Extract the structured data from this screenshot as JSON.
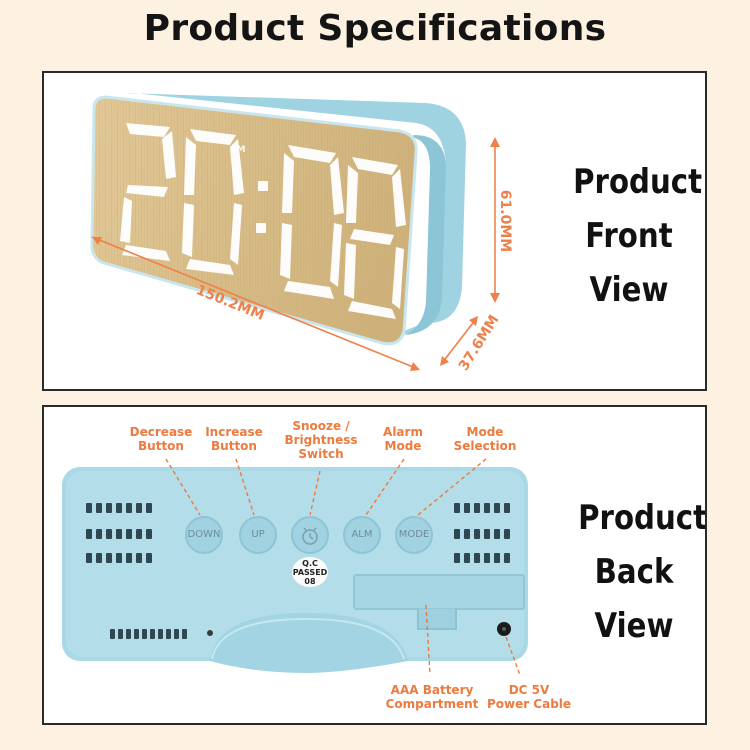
{
  "page": {
    "title": "Product Specifications"
  },
  "front_view": {
    "label_lines": [
      "Product",
      "Front",
      "View"
    ],
    "clock_display": "20:08",
    "pm_indicator": "PM",
    "dimensions": {
      "width": "150.2MM",
      "height": "61.0MM",
      "depth": "37.6MM"
    },
    "colors": {
      "case": "#a8dcea",
      "wood": "#dcc28e",
      "accent": "#f0804a"
    }
  },
  "back_view": {
    "label_lines": [
      "Product",
      "Back",
      "View"
    ],
    "buttons": [
      "DOWN",
      "UP",
      "",
      "ALM",
      "MODE"
    ],
    "button_icons": [
      "",
      "",
      "alarm-bell-icon",
      "",
      ""
    ],
    "callouts": [
      "Decrease\nButton",
      "Increase\nButton",
      "Snooze /\nBrightness\nSwitch",
      "Alarm\nMode",
      "Mode\nSelection",
      "AAA Battery\nCompartment",
      "DC 5V\nPower Cable"
    ],
    "qc_sticker": {
      "line1": "Q.C",
      "line2": "PASSED",
      "line3": "08"
    }
  }
}
